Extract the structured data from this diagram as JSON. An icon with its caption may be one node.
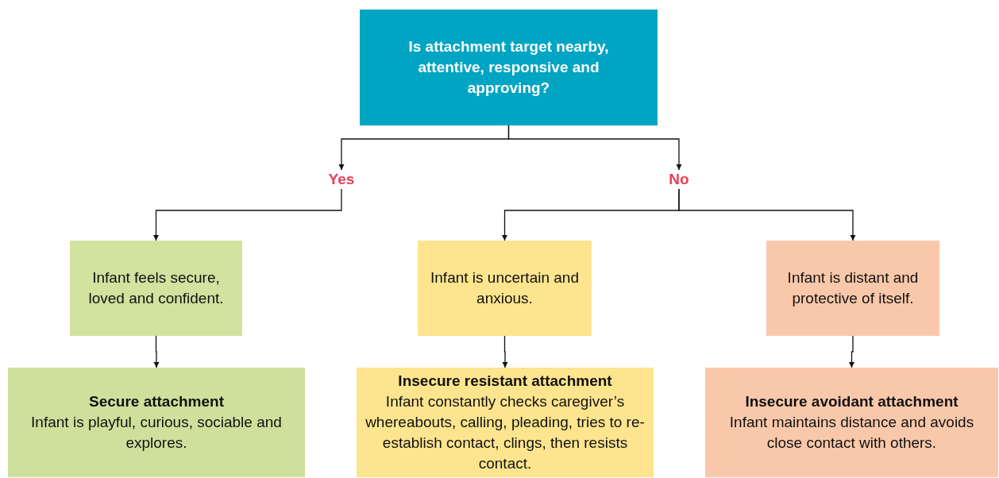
{
  "diagram": {
    "nodes": [
      {
        "text": [
          "Is attachment target nearby, attentive, responsive and approving?"
        ]
      },
      {
        "text": [
          "Yes"
        ]
      },
      {
        "text": [
          "No"
        ]
      },
      {
        "text": [
          "Infant feels secure, loved and confident."
        ]
      },
      {
        "text": [
          "Infant is uncertain and anxious."
        ]
      },
      {
        "text": [
          "Infant is distant and protective of itself."
        ]
      },
      {
        "text": [
          "Secure attachment",
          "Infant is playful, curious, sociable and explores."
        ]
      },
      {
        "text": [
          "Insecure resistant attachment",
          "Infant constantly checks caregiver’s whereabouts, calling, pleading, tries to re-establish contact, clings, then resists contact."
        ]
      },
      {
        "text": [
          "Insecure avoidant attachment",
          "Infant maintains distance and avoids close contact with others."
        ]
      }
    ],
    "edges": [
      {
        "from": 0,
        "to": 1,
        "arrow": "to"
      },
      {
        "from": 0,
        "to": 2,
        "arrow": "to"
      },
      {
        "from": 1,
        "to": 3,
        "arrow": "to"
      },
      {
        "from": 2,
        "to": 4,
        "arrow": "to"
      },
      {
        "from": 2,
        "to": 5,
        "arrow": "to"
      },
      {
        "from": 3,
        "to": 6,
        "arrow": "to"
      },
      {
        "from": 4,
        "to": 7,
        "arrow": "to"
      },
      {
        "from": 5,
        "to": 8,
        "arrow": "to"
      }
    ]
  }
}
